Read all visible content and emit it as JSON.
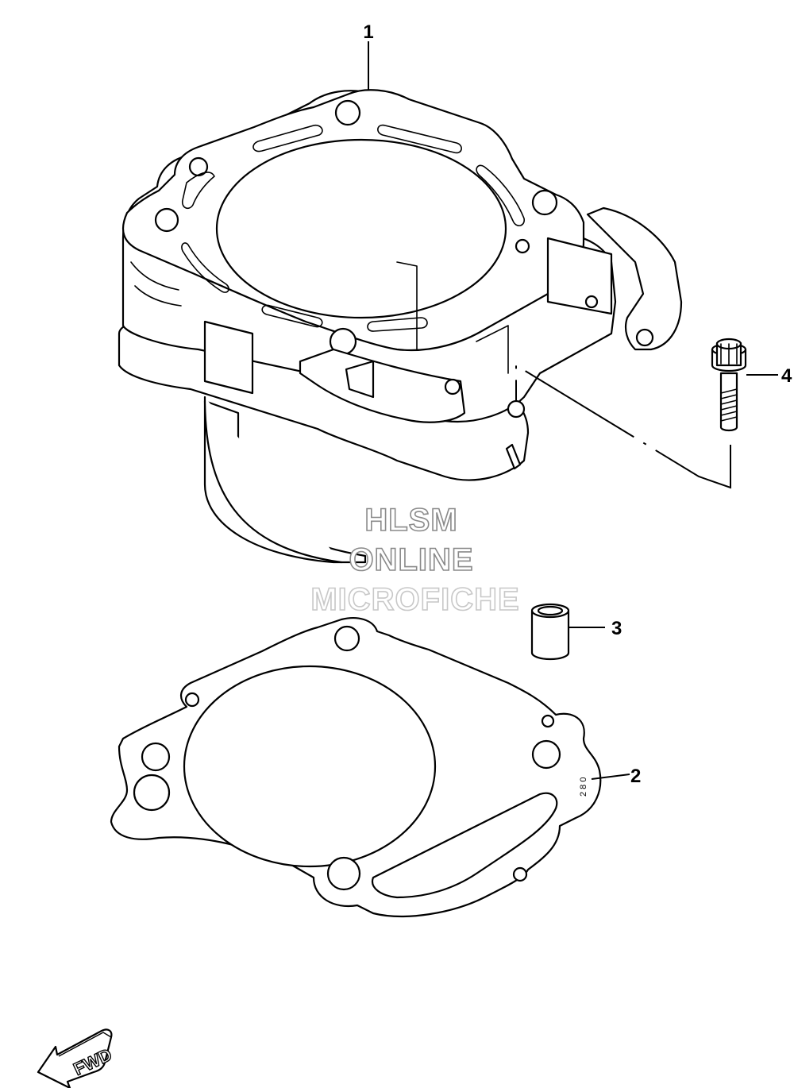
{
  "callouts": [
    {
      "id": "1",
      "label": "1"
    },
    {
      "id": "2",
      "label": "2"
    },
    {
      "id": "3",
      "label": "3"
    },
    {
      "id": "4",
      "label": "4"
    }
  ],
  "watermark": {
    "line1": "HLSM",
    "line2": "ONLINE",
    "line3": "MICROFICHE"
  },
  "fwd_arrow": {
    "label": "FWD"
  },
  "gasket_mark": "2 8 0",
  "colors": {
    "line": "#000000",
    "background": "#ffffff",
    "watermark_stroke": "#8a8a8a"
  }
}
